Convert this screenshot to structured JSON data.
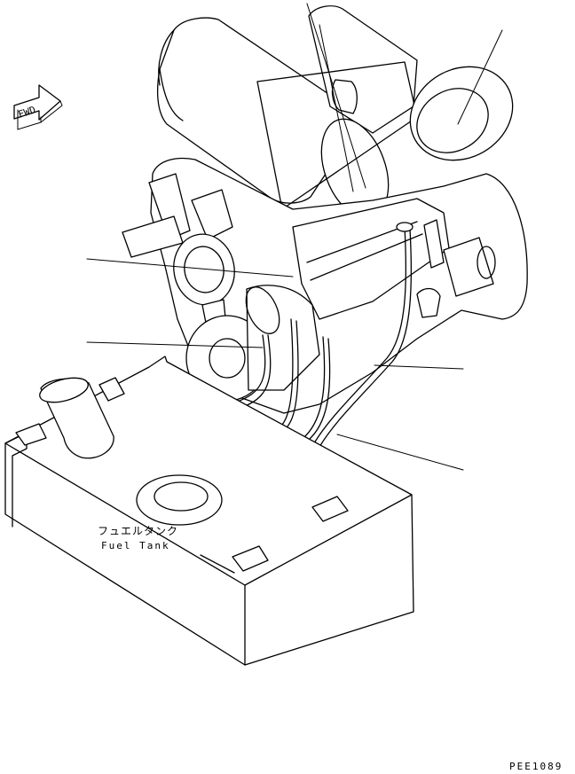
{
  "labels": {
    "fuel_tank_jp": "フュエルタンク",
    "fuel_tank_en": "Fuel Tank",
    "fwd": "FWD",
    "drawing_number": "PEE1089"
  }
}
